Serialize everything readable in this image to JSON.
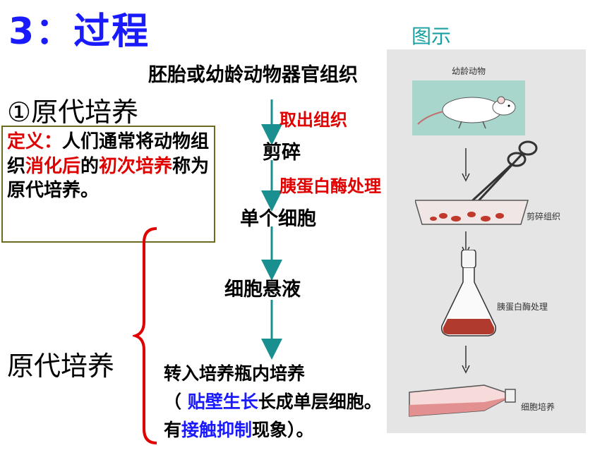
{
  "title": "3：过程",
  "figure_label": "图示",
  "source": "胚胎或幼龄动物器官组织",
  "section_heading": "①原代培养",
  "definition": {
    "label": "定义：",
    "text1": "人们通常将动物组织",
    "emph1": "消化后",
    "text2": "的",
    "emph2": "初次培养",
    "text3": "称为原代培养。"
  },
  "steps": [
    "剪碎",
    "单个细胞",
    "细胞悬液"
  ],
  "actions": [
    "取出组织",
    "胰蛋白酶处理"
  ],
  "brace_label": "原代培养",
  "result": {
    "line1": "转入培养瓶内培养",
    "open": "（ ",
    "emph1": "贴壁生长",
    "mid": "长成单层细胞。有",
    "emph2": "接触抑制",
    "close": "现象）。"
  },
  "illustration": {
    "labels": [
      "幼龄动物",
      "剪碎组织",
      "胰蛋白酶处理",
      "细胞培养"
    ]
  }
}
